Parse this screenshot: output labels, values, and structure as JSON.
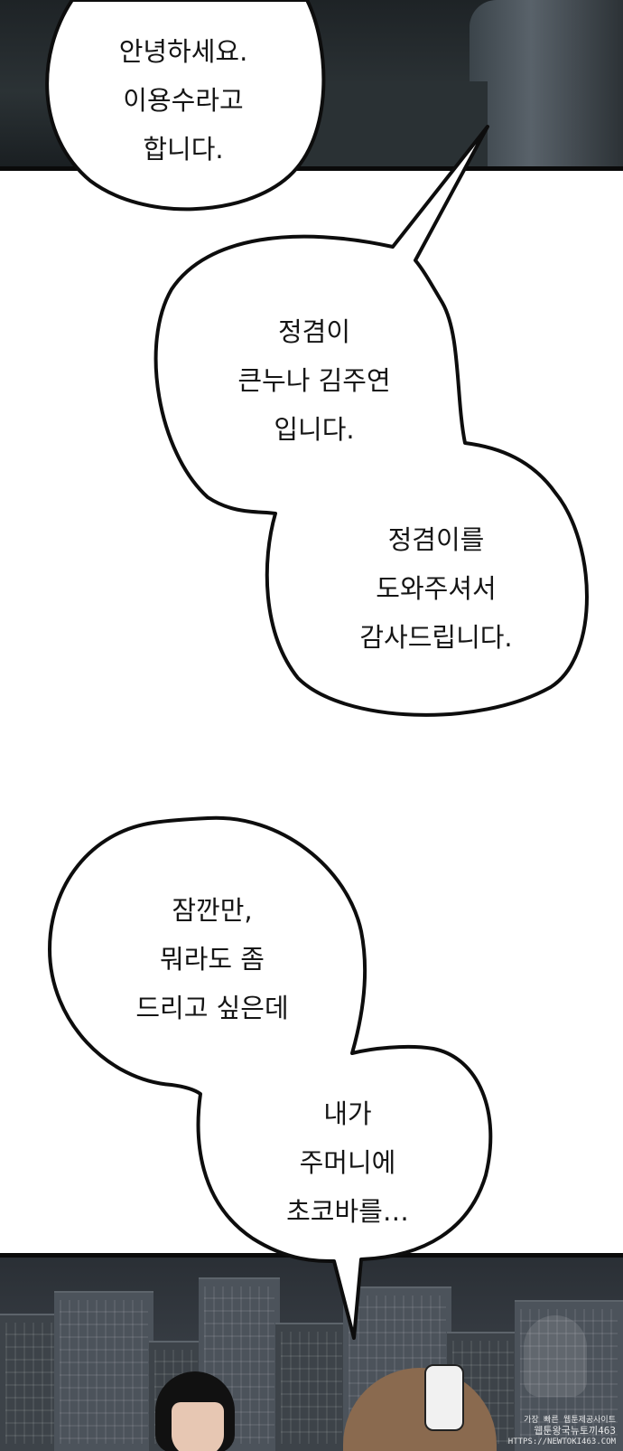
{
  "bubbles": [
    {
      "id": "bubble-1",
      "lines": [
        "안녕하세요.",
        "이용수라고",
        "합니다."
      ]
    },
    {
      "id": "bubble-2a",
      "lines": [
        "정겸이",
        "큰누나 김주연",
        "입니다."
      ]
    },
    {
      "id": "bubble-2b",
      "lines": [
        "정겸이를",
        "도와주셔서",
        "감사드립니다."
      ]
    },
    {
      "id": "bubble-3a",
      "lines": [
        "잠깐만,",
        "뭐라도 좀",
        "드리고 싶은데"
      ]
    },
    {
      "id": "bubble-3b",
      "lines": [
        "내가",
        "주머니에",
        "초코바를…"
      ]
    }
  ],
  "watermark": {
    "line1": "가장 빠른 웹툰제공사이트",
    "line2": "웹툰왕국뉴토끼463",
    "line3": "HTTPS://NEWTOKI463.COM"
  },
  "colors": {
    "bubble_fill": "#ffffff",
    "bubble_stroke": "#0d0d0d",
    "panel_dark": "#1e2326",
    "panel_city": "#3a4047"
  }
}
